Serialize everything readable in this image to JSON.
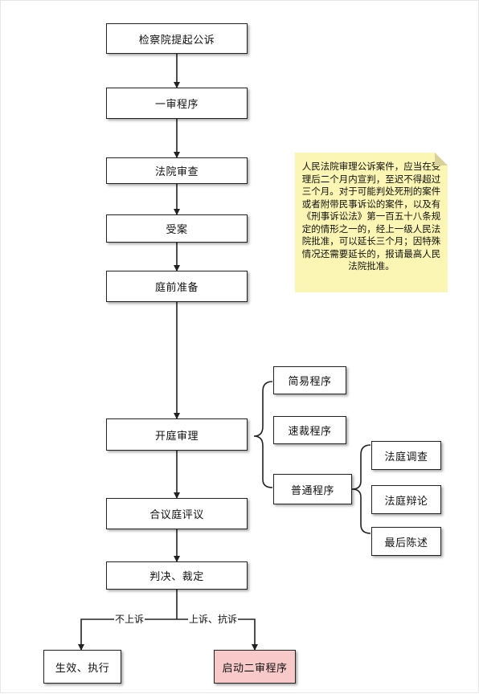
{
  "flow": {
    "n1": "检察院提起公诉",
    "n2": "一审程序",
    "n3": "法院审查",
    "n4": "受案",
    "n5": "庭前准备",
    "n6": "开庭审理",
    "n7": "合议庭评议",
    "n8": "判决、裁定",
    "left_end": "生效、执行",
    "right_end": "启动二审程序"
  },
  "procedures": {
    "simple": "简易程序",
    "fast": "速裁程序",
    "normal": "普通程序"
  },
  "normal_steps": {
    "investigation": "法庭调查",
    "debate": "法庭辩论",
    "final_statement": "最后陈述"
  },
  "branches": {
    "no_appeal": "不上诉",
    "appeal": "上诉、抗诉"
  },
  "note": {
    "text": "人民法院审理公诉案件，应当在受理后二个月内宣判，至迟不得超过三个月。对于可能判处死刑的案件或者附带民事诉讼的案件，以及有《刑事诉讼法》第一百五十八条规定的情形之一的，经上一级人民法院批准，可以延长三个月；因特殊情况还需要延长的，报请最高人民法院批准。"
  },
  "colors": {
    "line": "#222222",
    "note_bg": "#fbf6b3",
    "highlight_box": "#f8c9c9"
  }
}
